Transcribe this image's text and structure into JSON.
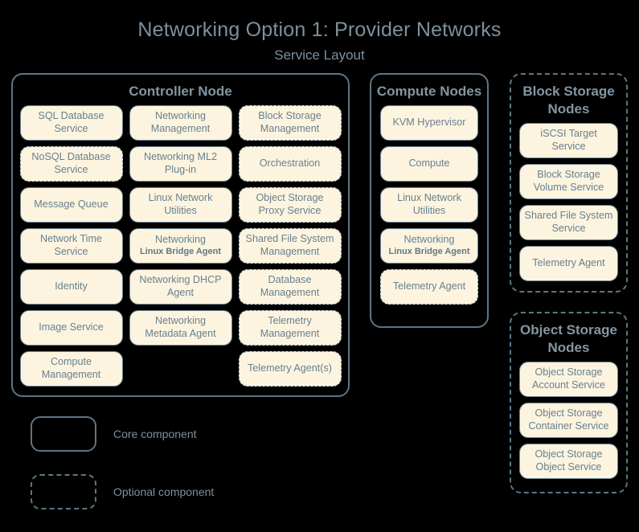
{
  "title": "Networking Option 1: Provider Networks",
  "subtitle": "Service Layout",
  "groups": {
    "controller": {
      "title": "Controller Node",
      "style": "core",
      "columns": [
        [
          {
            "label": "SQL Database Service",
            "style": "core"
          },
          {
            "label": "NoSQL Database Service",
            "style": "optional"
          },
          {
            "label": "Message Queue",
            "style": "core"
          },
          {
            "label": "Network Time Service",
            "style": "core"
          },
          {
            "label": "Identity",
            "style": "core"
          },
          {
            "label": "Image Service",
            "style": "core"
          },
          {
            "label": "Compute Management",
            "style": "core"
          }
        ],
        [
          {
            "label": "Networking Management",
            "style": "core"
          },
          {
            "label": "Networking ML2 Plug-in",
            "style": "core"
          },
          {
            "label": "Linux Network Utilities",
            "style": "core"
          },
          {
            "label": "Networking",
            "sub": "Linux Bridge Agent",
            "style": "core"
          },
          {
            "label": "Networking DHCP Agent",
            "style": "core"
          },
          {
            "label": "Networking Metadata Agent",
            "style": "core"
          },
          {
            "label": "",
            "style": "empty"
          }
        ],
        [
          {
            "label": "Block Storage Management",
            "style": "optional"
          },
          {
            "label": "Orchestration",
            "style": "optional"
          },
          {
            "label": "Object Storage Proxy Service",
            "style": "optional"
          },
          {
            "label": "Shared File System Management",
            "style": "optional"
          },
          {
            "label": "Database Management",
            "style": "optional"
          },
          {
            "label": "Telemetry Management",
            "style": "optional"
          },
          {
            "label": "Telemetry Agent(s)",
            "style": "optional"
          }
        ]
      ]
    },
    "compute": {
      "title": "Compute Nodes",
      "style": "core",
      "items": [
        {
          "label": "KVM Hypervisor",
          "style": "core"
        },
        {
          "label": "Compute",
          "style": "core"
        },
        {
          "label": "Linux Network Utilities",
          "style": "core"
        },
        {
          "label": "Networking",
          "sub": "Linux Bridge Agent",
          "style": "core"
        },
        {
          "label": "Telemetry Agent",
          "style": "optional"
        }
      ]
    },
    "block_storage": {
      "title": "Block Storage Nodes",
      "style": "optional",
      "items": [
        {
          "label": "iSCSI Target Service",
          "style": "core"
        },
        {
          "label": "Block Storage Volume Service",
          "style": "core"
        },
        {
          "label": "Shared File System Service",
          "style": "core"
        },
        {
          "label": "Telemetry Agent",
          "style": "core"
        }
      ]
    },
    "object_storage": {
      "title": "Object Storage Nodes",
      "style": "optional",
      "items": [
        {
          "label": "Object Storage Account Service",
          "style": "core"
        },
        {
          "label": "Object Storage Container Service",
          "style": "core"
        },
        {
          "label": "Object Storage Object Service",
          "style": "core"
        }
      ]
    }
  },
  "legend": [
    {
      "label": "Core component",
      "style": "core"
    },
    {
      "label": "Optional component",
      "style": "optional"
    }
  ],
  "colors": {
    "background": "#000000",
    "box_fill": "#fdf4e0",
    "box_border": "#6b8593",
    "text": "#67808e",
    "title": "#7c919e",
    "group_border": "#5d7683"
  }
}
